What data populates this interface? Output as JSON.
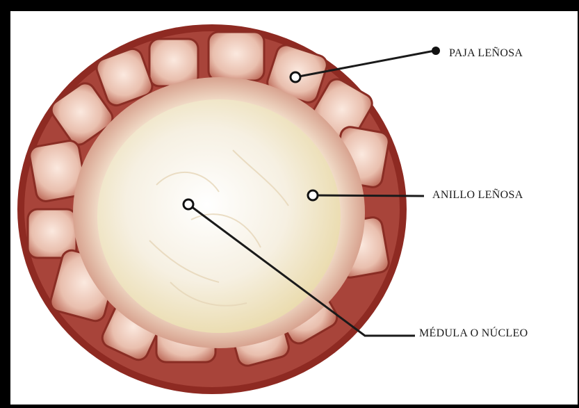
{
  "labels": {
    "paja_lenosa": "PAJA LEÑOSA",
    "anillo_lenosa": "ANILLO LEÑOSA",
    "medula_nucleo": "MÉDULA O NÚCLEO"
  },
  "colors": {
    "frame": "#000000",
    "background": "#ffffff",
    "rind": "#8e2a22",
    "ring": "#d9a79a",
    "pith": "#f5efe0",
    "leader": "#1a1a1a"
  }
}
